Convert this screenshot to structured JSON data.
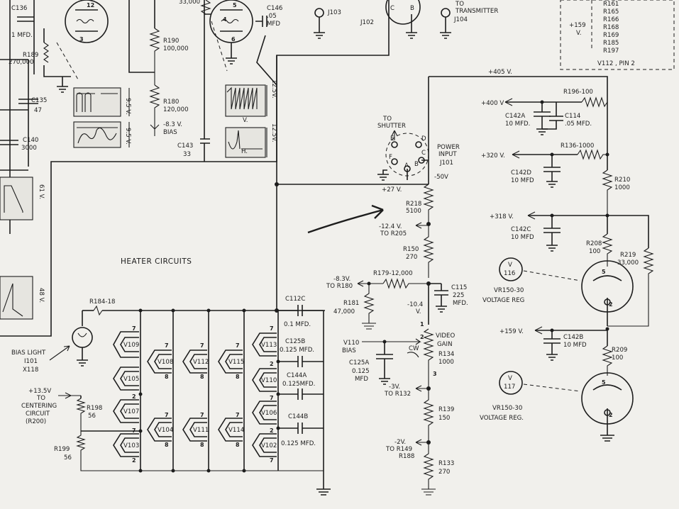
{
  "labels": {
    "c136": "C136",
    "c136v": "1 MFD.",
    "r189": "R189",
    "r189v": "270,000",
    "c135": "C135",
    "c135v": "47",
    "c140": "C140",
    "c140v": "3000",
    "r190": "R190",
    "r190v": "100,000",
    "r180": "R180",
    "r180v": "120,000",
    "bias83": "-8.3 V.",
    "bias83b": "BIAS",
    "c143": "C143",
    "c143v": "33",
    "r_top_v": "33,000",
    "c146": "C146",
    "c146v": ".05",
    "c146u": "MFD",
    "j103": "J103",
    "j102": "J102",
    "j104": "J104",
    "to_tx1": "TO",
    "to_tx2": "TRANSMITTER",
    "box_v1": "+159",
    "box_v2": "V.",
    "box_list": [
      "R161",
      "R165",
      "R166",
      "R168",
      "R169",
      "R185",
      "R197"
    ],
    "box_pin": "V112 , PIN 2",
    "v405": "+405 V.",
    "v400": "+400 V",
    "c142a": "C142A",
    "c142av": "10 MFD.",
    "c114": "C114",
    "c114v": ".05 MFD.",
    "r196": "R196-100",
    "v320": "+320 V.",
    "r136": "R136-1000",
    "c142d": "C142D",
    "c142dv": "10 MFD",
    "r210": "R210",
    "r210v": "1000",
    "v318": "+318 V.",
    "c142c": "C142C",
    "c142cv": "10 MFD",
    "r208": "R208",
    "r208v": "100",
    "r219": "R219",
    "r219v": "33,000",
    "v116": "116",
    "vr150a": "VR150-30",
    "vreg_a": "VOLTAGE REG",
    "v159": "+159 V.",
    "c142b": "C142B",
    "c142bv": "10 MFD",
    "r209": "R209",
    "r209v": "100",
    "v117": "117",
    "vr150b": "VR150-30",
    "vreg_b": "VOLTAGE REG.",
    "v_letter": "V",
    "to_shutter1": "TO",
    "to_shutter2": "SHUTTER",
    "power_input1": "POWER",
    "power_input2": "INPUT",
    "j101": "J101",
    "v27": "+27 V.",
    "v50": "-50V",
    "r218": "R218",
    "r218v": "5100",
    "v124": "-12.4 V.",
    "to_r205": "TO R205",
    "r150": "R150",
    "r150v": "270",
    "v83b": "-8.3V.",
    "to_r180": "TO R180",
    "r179": "R179-12,000",
    "r181": "R181",
    "r181v": "47,000",
    "c115": "C115",
    "c115v": "225",
    "c115u": "MFD.",
    "v104": "-10.4",
    "v104u": "V.",
    "video_gain1": "VIDEO",
    "video_gain2": "GAIN",
    "r134": "R134",
    "r134v": "1000",
    "v110bias1": "V110",
    "v110bias2": "BIAS",
    "c125a": "C125A",
    "c125av1": "0.125",
    "c125av2": "MFD",
    "cw": "CW",
    "v3": "-3V.",
    "to_r132": "TO R132",
    "r139": "R139",
    "r139v": "150",
    "v2": "-2V.",
    "to_r149": "TO R149",
    "r188": "R188",
    "r133": "R133",
    "r133v": "270",
    "heater": "HEATER CIRCUITS",
    "r184": "R184-18",
    "c112c": "C112C",
    "c112cv": "0.1 MFD.",
    "c125b": "C125B",
    "c125bv": "0.125 MFD.",
    "c144a": "C144A",
    "c144av": "0.125MFD.",
    "c144b": "C144B",
    "c144bv": "0.125 MFD.",
    "bias_light1": "BIAS LIGHT",
    "bias_light2": "I101",
    "bias_light3": "X118",
    "v135": "+13.5V",
    "to_center1": "TO",
    "to_center2": "CENTERING",
    "to_center3": "CIRCUIT",
    "to_center4": "(R200)",
    "r198": "R198",
    "r198v": "56",
    "r199": "R199",
    "r199v": "56",
    "tubes": [
      "V109",
      "V105",
      "V107",
      "V103",
      "V108",
      "V104",
      "V112",
      "V111",
      "V115",
      "V114",
      "V113",
      "V110",
      "V106",
      "V102"
    ],
    "pins": {
      "p7": "7",
      "p8": "8",
      "p2": "2",
      "p1": "1",
      "p3": "3",
      "p4": "4",
      "p5": "5",
      "p6": "6",
      "p12": "12"
    },
    "scope_v1": "9.5 V.",
    "scope_v2": "9.5 V.",
    "scope_v3": "12.5V.",
    "scope_v4": "12.5V.",
    "scope_v5": "61 V.",
    "scope_v6": "48 V.",
    "scope_v": "V.",
    "scope_h": "H.",
    "j_a": "A",
    "j_b": "B",
    "j_c": "C",
    "j_d": "D",
    "j_e": "E",
    "j_f": "F",
    "j102_c": "C",
    "j102_b": "B"
  }
}
